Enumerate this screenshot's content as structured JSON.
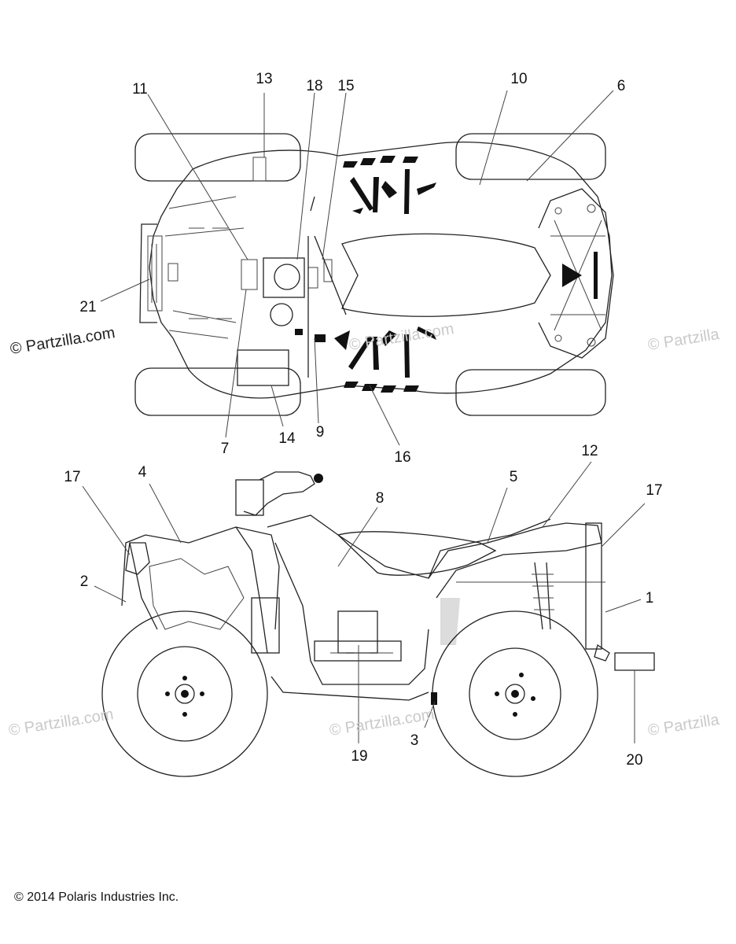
{
  "callouts": {
    "c1": "1",
    "c2": "2",
    "c3": "3",
    "c4": "4",
    "c5": "5",
    "c6": "6",
    "c7": "7",
    "c8": "8",
    "c9": "9",
    "c10": "10",
    "c11": "11",
    "c12": "12",
    "c13": "13",
    "c14": "14",
    "c15": "15",
    "c16": "16",
    "c17a": "17",
    "c17b": "17",
    "c18": "18",
    "c19": "19",
    "c20": "20",
    "c21": "21"
  },
  "watermarks": {
    "main": "© Partzilla.com",
    "faint": "© Partzilla",
    "faint_com": "© Partzilla.com"
  },
  "footer": {
    "copyright": "© 2014 Polaris Industries Inc."
  }
}
